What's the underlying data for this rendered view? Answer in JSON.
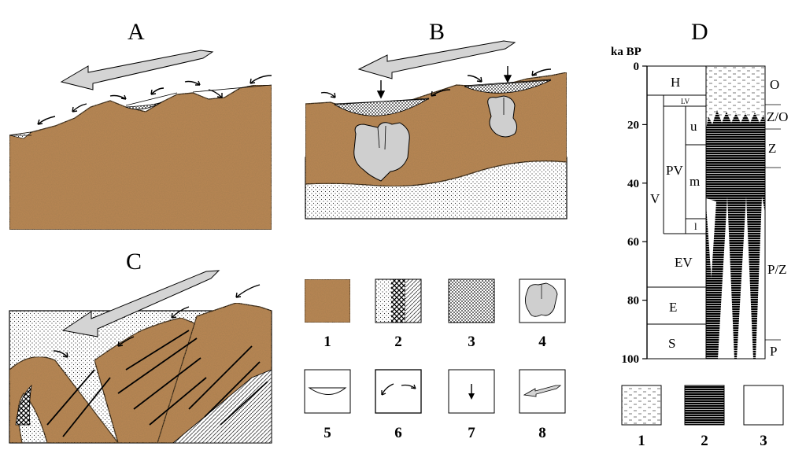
{
  "panels": {
    "a": {
      "letter": "A"
    },
    "b": {
      "letter": "B"
    },
    "c": {
      "letter": "C"
    },
    "d": {
      "letter": "D"
    }
  },
  "legend_main": [
    {
      "num": "1",
      "fill": "sediment"
    },
    {
      "num": "2",
      "fill": "mixed"
    },
    {
      "num": "3",
      "fill": "sand"
    },
    {
      "num": "4",
      "fill": "block"
    },
    {
      "num": "5",
      "fill": "hollow"
    },
    {
      "num": "6",
      "fill": "arrows"
    },
    {
      "num": "7",
      "fill": "down"
    },
    {
      "num": "8",
      "fill": "wind"
    }
  ],
  "column": {
    "unit_label": "ka BP",
    "depth_ticks": [
      "0",
      "20",
      "40",
      "60",
      "80",
      "100"
    ],
    "stages": {
      "h": "H",
      "v": "V",
      "lv": "LV",
      "pv": "PV",
      "u": "u",
      "m": "m",
      "l": "l",
      "ev": "EV",
      "e": "E",
      "s": "S"
    },
    "zones": {
      "o": "O",
      "zo": "Z/O",
      "z": "Z",
      "pz": "P/Z",
      "p": "P"
    }
  },
  "legend_d": [
    {
      "num": "1",
      "fill": "dash"
    },
    {
      "num": "2",
      "fill": "lines"
    },
    {
      "num": "3",
      "fill": "blank"
    }
  ],
  "colors": {
    "sediment": "#b68552",
    "block": "#cfcfcf",
    "arrow": "#d4d4d4",
    "ink": "#000000"
  }
}
